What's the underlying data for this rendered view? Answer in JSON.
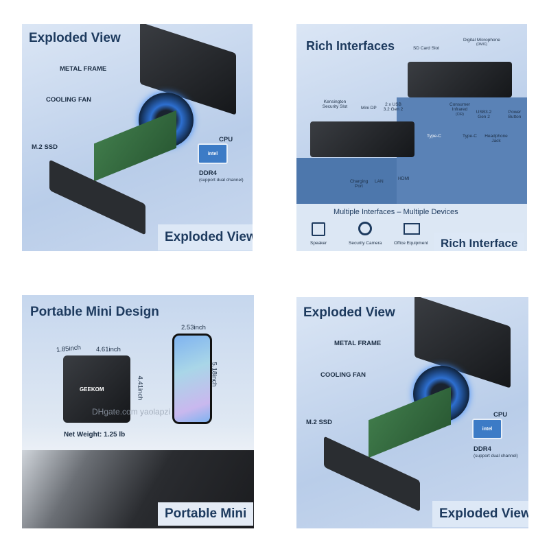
{
  "panels": {
    "exploded_top": {
      "title": "Exploded View",
      "labels": {
        "metal_frame": "METAL FRAME",
        "cooling_fan": "COOLING FAN",
        "m2_ssd": "M.2 SSD",
        "cpu": "CPU",
        "ddr4": "DDR4",
        "ddr4_note": "(support dual channel)",
        "intel": "intel"
      },
      "caption": "Exploded View"
    },
    "interfaces": {
      "title": "Rich Interfaces",
      "ports": {
        "sd": "SD Card Slot",
        "mic": "Digital Microphone",
        "mic_note": "(DMIC)",
        "kensington": "Kensington Security Slot",
        "minidp": "Mini DP",
        "usb": "2 x USB 3.2 Gen 2",
        "consumer_ir": "Consumer Infrared",
        "consumer_ir_note": "(CIR)",
        "usb32": "USB3.2 Gen 2",
        "power": "Power Button",
        "typec_back": "Type-C",
        "typec_front": "Type-C",
        "headphone": "Headphone Jack",
        "charging": "Charging Port",
        "lan": "LAN",
        "hdmi": "HDMI"
      },
      "banner": "Multiple Interfaces – Multiple Devices",
      "devices": [
        "Speaker",
        "Security Camera",
        "Office Equipment"
      ],
      "caption": "Rich Interface"
    },
    "portable": {
      "title": "Portable Mini Design",
      "dims": {
        "depth": "1.85inch",
        "width": "4.61inch",
        "height": "4.41inch",
        "phone_w": "2.53inch",
        "phone_h": "5.18inch"
      },
      "brand": "GEEKOM",
      "weight": "Net Weight: 1.25 lb",
      "watermark": "DHgate.com yaolapzi",
      "caption": "Portable Mini"
    },
    "exploded_bottom": {
      "title": "Exploded View",
      "labels": {
        "metal_frame": "METAL FRAME",
        "cooling_fan": "COOLING FAN",
        "m2_ssd": "M.2 SSD",
        "cpu": "CPU",
        "ddr4": "DDR4",
        "ddr4_note": "(support dual channel)",
        "intel": "intel"
      },
      "caption": "Exploded View"
    }
  }
}
